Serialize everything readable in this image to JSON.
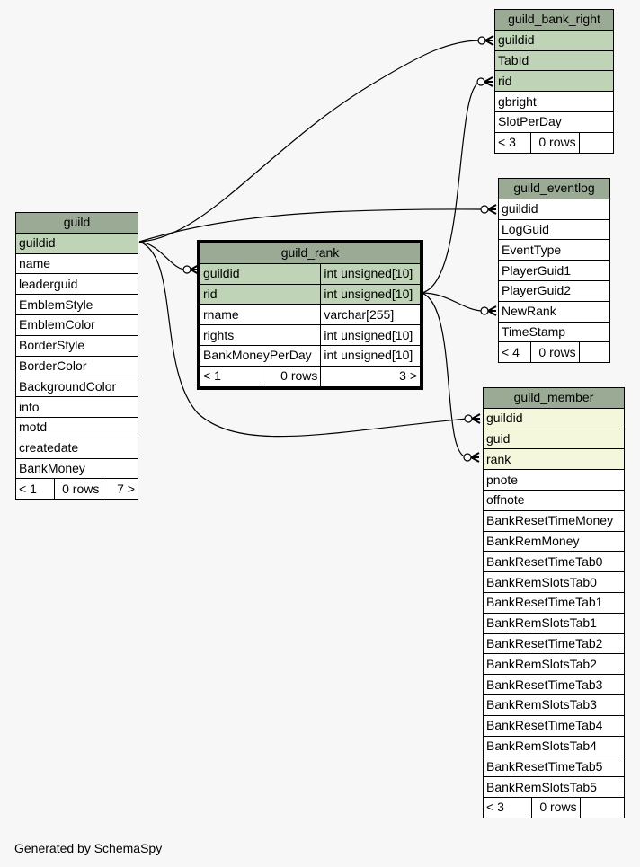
{
  "generated_by": "Generated by SchemaSpy",
  "tables": [
    {
      "id": "guild_bank_right",
      "name": "guild_bank_right",
      "columns": [
        {
          "name": "guildid",
          "style": "pk"
        },
        {
          "name": "TabId",
          "style": "pk"
        },
        {
          "name": "rid",
          "style": "pk"
        },
        {
          "name": "gbright",
          "style": ""
        },
        {
          "name": "SlotPerDay",
          "style": ""
        }
      ],
      "footer": [
        "< 3",
        "0 rows",
        ""
      ]
    },
    {
      "id": "guild_eventlog",
      "name": "guild_eventlog",
      "columns": [
        {
          "name": "guildid",
          "style": ""
        },
        {
          "name": "LogGuid",
          "style": ""
        },
        {
          "name": "EventType",
          "style": ""
        },
        {
          "name": "PlayerGuid1",
          "style": ""
        },
        {
          "name": "PlayerGuid2",
          "style": ""
        },
        {
          "name": "NewRank",
          "style": ""
        },
        {
          "name": "TimeStamp",
          "style": ""
        }
      ],
      "footer": [
        "< 4",
        "0 rows",
        ""
      ]
    },
    {
      "id": "guild",
      "name": "guild",
      "columns": [
        {
          "name": "guildid",
          "style": "pk"
        },
        {
          "name": "name",
          "style": ""
        },
        {
          "name": "leaderguid",
          "style": ""
        },
        {
          "name": "EmblemStyle",
          "style": ""
        },
        {
          "name": "EmblemColor",
          "style": ""
        },
        {
          "name": "BorderStyle",
          "style": ""
        },
        {
          "name": "BorderColor",
          "style": ""
        },
        {
          "name": "BackgroundColor",
          "style": ""
        },
        {
          "name": "info",
          "style": ""
        },
        {
          "name": "motd",
          "style": ""
        },
        {
          "name": "createdate",
          "style": ""
        },
        {
          "name": "BankMoney",
          "style": ""
        }
      ],
      "footer": [
        "< 1",
        "0 rows",
        "7 >"
      ]
    },
    {
      "id": "guild_rank",
      "name": "guild_rank",
      "selected": true,
      "columns": [
        {
          "name": "guildid",
          "type": "int unsigned[10]",
          "style": "pk"
        },
        {
          "name": "rid",
          "type": "int unsigned[10]",
          "style": "pk"
        },
        {
          "name": "rname",
          "type": "varchar[255]",
          "style": ""
        },
        {
          "name": "rights",
          "type": "int unsigned[10]",
          "style": ""
        },
        {
          "name": "BankMoneyPerDay",
          "type": "int unsigned[10]",
          "style": ""
        }
      ],
      "footer": [
        "< 1",
        "0 rows",
        "3 >"
      ]
    },
    {
      "id": "guild_member",
      "name": "guild_member",
      "columns": [
        {
          "name": "guildid",
          "style": "ic"
        },
        {
          "name": "guid",
          "style": "ic"
        },
        {
          "name": "rank",
          "style": "ic"
        },
        {
          "name": "pnote",
          "style": ""
        },
        {
          "name": "offnote",
          "style": ""
        },
        {
          "name": "BankResetTimeMoney",
          "style": ""
        },
        {
          "name": "BankRemMoney",
          "style": ""
        },
        {
          "name": "BankResetTimeTab0",
          "style": ""
        },
        {
          "name": "BankRemSlotsTab0",
          "style": ""
        },
        {
          "name": "BankResetTimeTab1",
          "style": ""
        },
        {
          "name": "BankRemSlotsTab1",
          "style": ""
        },
        {
          "name": "BankResetTimeTab2",
          "style": ""
        },
        {
          "name": "BankRemSlotsTab2",
          "style": ""
        },
        {
          "name": "BankResetTimeTab3",
          "style": ""
        },
        {
          "name": "BankRemSlotsTab3",
          "style": ""
        },
        {
          "name": "BankResetTimeTab4",
          "style": ""
        },
        {
          "name": "BankRemSlotsTab4",
          "style": ""
        },
        {
          "name": "BankResetTimeTab5",
          "style": ""
        },
        {
          "name": "BankRemSlotsTab5",
          "style": ""
        }
      ],
      "footer": [
        "< 3",
        "0 rows",
        ""
      ]
    }
  ],
  "relationships": [
    {
      "from": "guild.guildid",
      "to": "guild_bank_right.guildid"
    },
    {
      "from": "guild.guildid",
      "to": "guild_eventlog.guildid"
    },
    {
      "from": "guild.guildid",
      "to": "guild_rank.guildid"
    },
    {
      "from": "guild.guildid",
      "to": "guild_member.guildid"
    },
    {
      "from": "guild_rank.rid",
      "to": "guild_bank_right.rid"
    },
    {
      "from": "guild_rank.rid",
      "to": "guild_eventlog.NewRank"
    },
    {
      "from": "guild_rank.rid",
      "to": "guild_member.rank"
    }
  ],
  "colors": {
    "header": "#9baa95",
    "primary_key": "#bfd4b7",
    "indexed": "#f4f7dc",
    "background": "#f7f7f7"
  }
}
